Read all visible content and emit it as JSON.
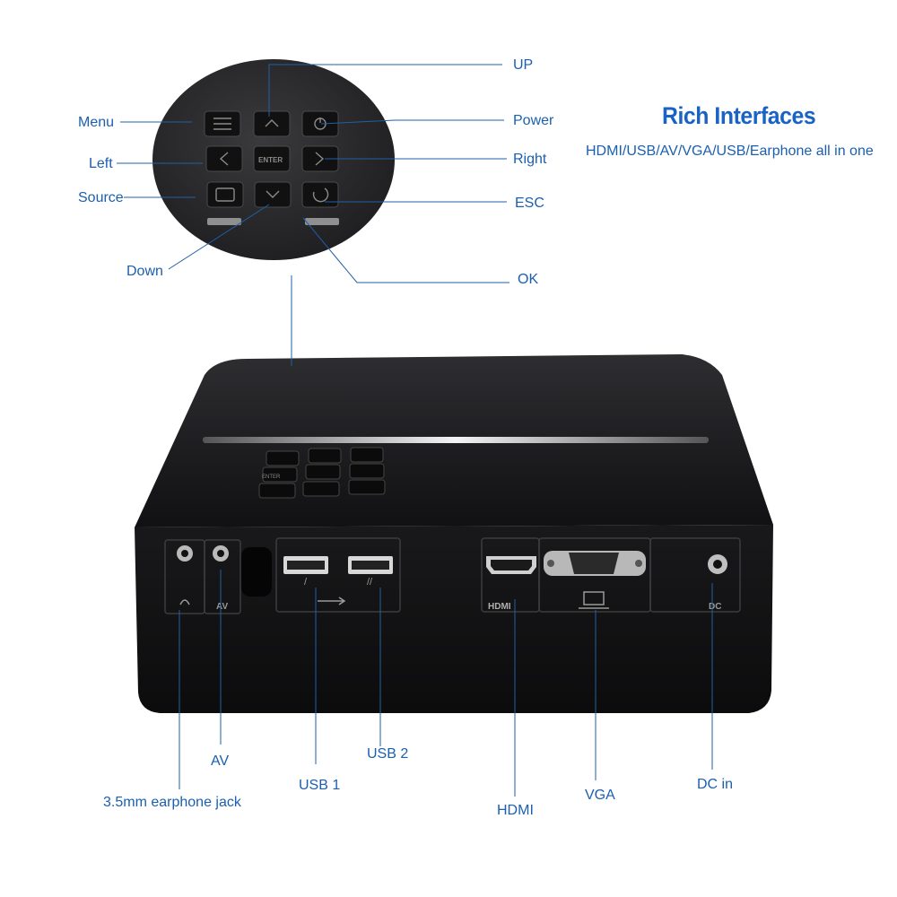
{
  "header": {
    "title": "Rich Interfaces",
    "subtitle": "HDMI/USB/AV/VGA/USB/Earphone all in one"
  },
  "keypad_callouts": {
    "up": "UP",
    "power": "Power",
    "right": "Right",
    "esc": "ESC",
    "ok": "OK",
    "menu": "Menu",
    "left": "Left",
    "source": "Source",
    "down": "Down"
  },
  "port_callouts": {
    "earphone": "3.5mm earphone jack",
    "av": "AV",
    "usb1": "USB 1",
    "usb2": "USB 2",
    "hdmi": "HDMI",
    "vga": "VGA",
    "dc": "DC in"
  },
  "device_markings": {
    "enter_key": "ENTER",
    "av_port": "AV",
    "hdmi_port": "HDMI",
    "dc_port": "DC",
    "usb1_mark": "/",
    "usb2_mark": "//"
  },
  "colors": {
    "label_blue": "#1b5fb0",
    "title_blue": "#1a63c4",
    "device_body": "#1a1a1c",
    "callout_line": "#1f5fa8"
  }
}
